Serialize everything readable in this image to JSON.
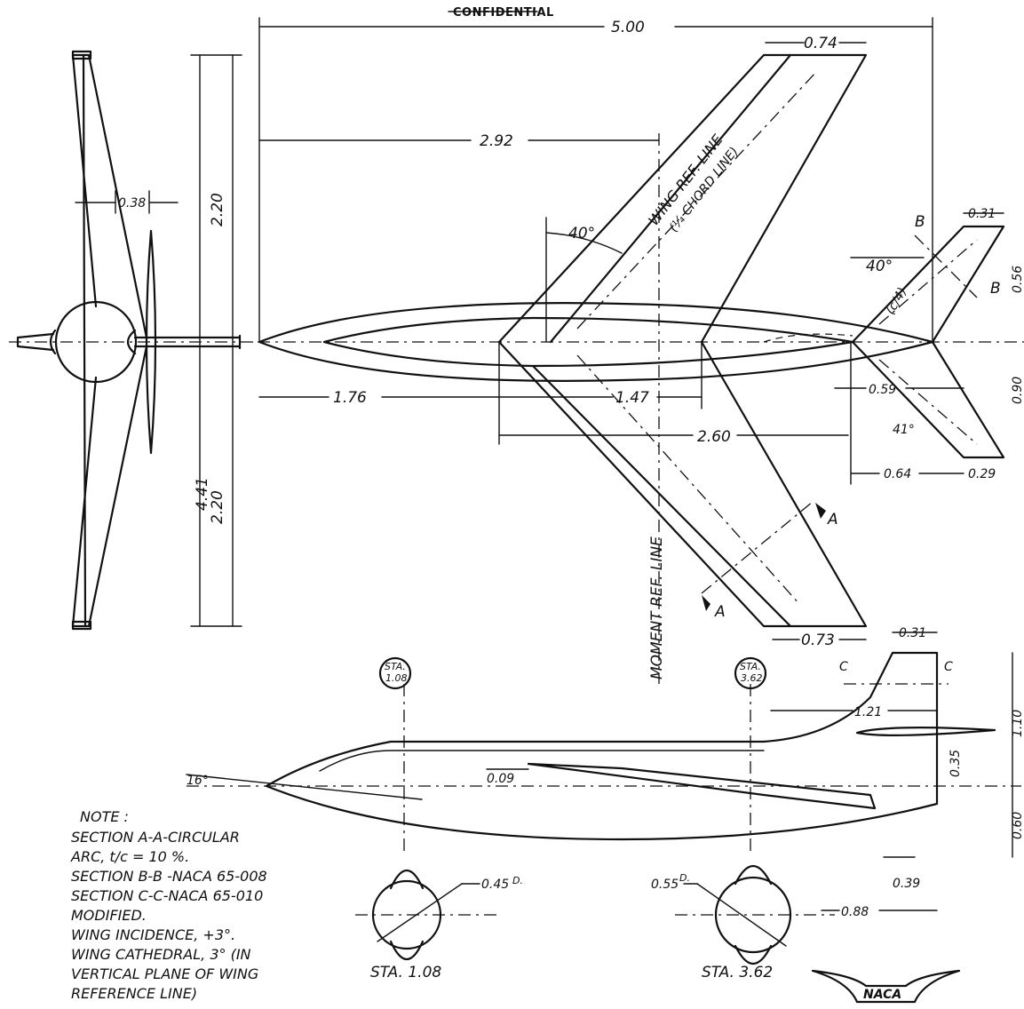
{
  "header": {
    "classification": "CONFIDENTIAL"
  },
  "dimensions": {
    "overall_length": "5.00",
    "wing_tip_chord": "0.74",
    "wing_lower_tip_chord": "0.73",
    "nose_to_moment_ref": "2.92",
    "nose_to_wing_root": "1.76",
    "wing_root_chord_part": "1.47",
    "wing_span_dim": "2.60",
    "span_half_upper": "2.20",
    "span_half_lower": "2.20",
    "span_total": "4.41",
    "front_view_width": "0.38",
    "tail_tip_chord_upper": "0.31",
    "tail_dim_056": "0.56",
    "tail_dim_090": "0.90",
    "tail_dim_059": "0.59",
    "tail_dim_064": "0.64",
    "tail_dim_029": "0.29",
    "fin_tip_chord": "0.31",
    "fin_dim_121": "1.21",
    "fin_height": "1.10",
    "fin_dim_035": "0.35",
    "fin_dim_060": "0.60",
    "fin_dim_039": "0.39",
    "fin_dim_088": "0.88",
    "side_dim_009": "0.09",
    "incidence_angle": "16°",
    "section_d1": "0.45",
    "section_d2": "0.55",
    "d_suffix": "D."
  },
  "angles": {
    "wing_sweep": "40°",
    "tail_sweep": "40°",
    "tail_angle_41": "41°"
  },
  "labels": {
    "wing_ref_line": "WING REF. LINE",
    "wing_ref_sub": "(¼ CHORD LINE)",
    "moment_ref_line": "MOMENT REF. LINE",
    "tail_quarter_chord": "(c/4)",
    "section_a": "A",
    "section_b": "B",
    "section_c": "C",
    "sta_top": "STA.",
    "sta_1_num": "1.08",
    "sta_2_num": "3.62",
    "sta_1_caption": "STA. 1.08",
    "sta_2_caption": "STA. 3.62",
    "naca": "NACA"
  },
  "note": {
    "lines": [
      "NOTE :",
      "SECTION A-A-CIRCULAR",
      "ARC, t/c = 10 %.",
      "SECTION B-B -NACA 65-008",
      "SECTION C-C-NACA 65-010",
      "MODIFIED.",
      "WING INCIDENCE, +3°.",
      "WING CATHEDRAL, 3° (IN",
      "VERTICAL PLANE OF WING",
      "REFERENCE LINE)"
    ]
  }
}
